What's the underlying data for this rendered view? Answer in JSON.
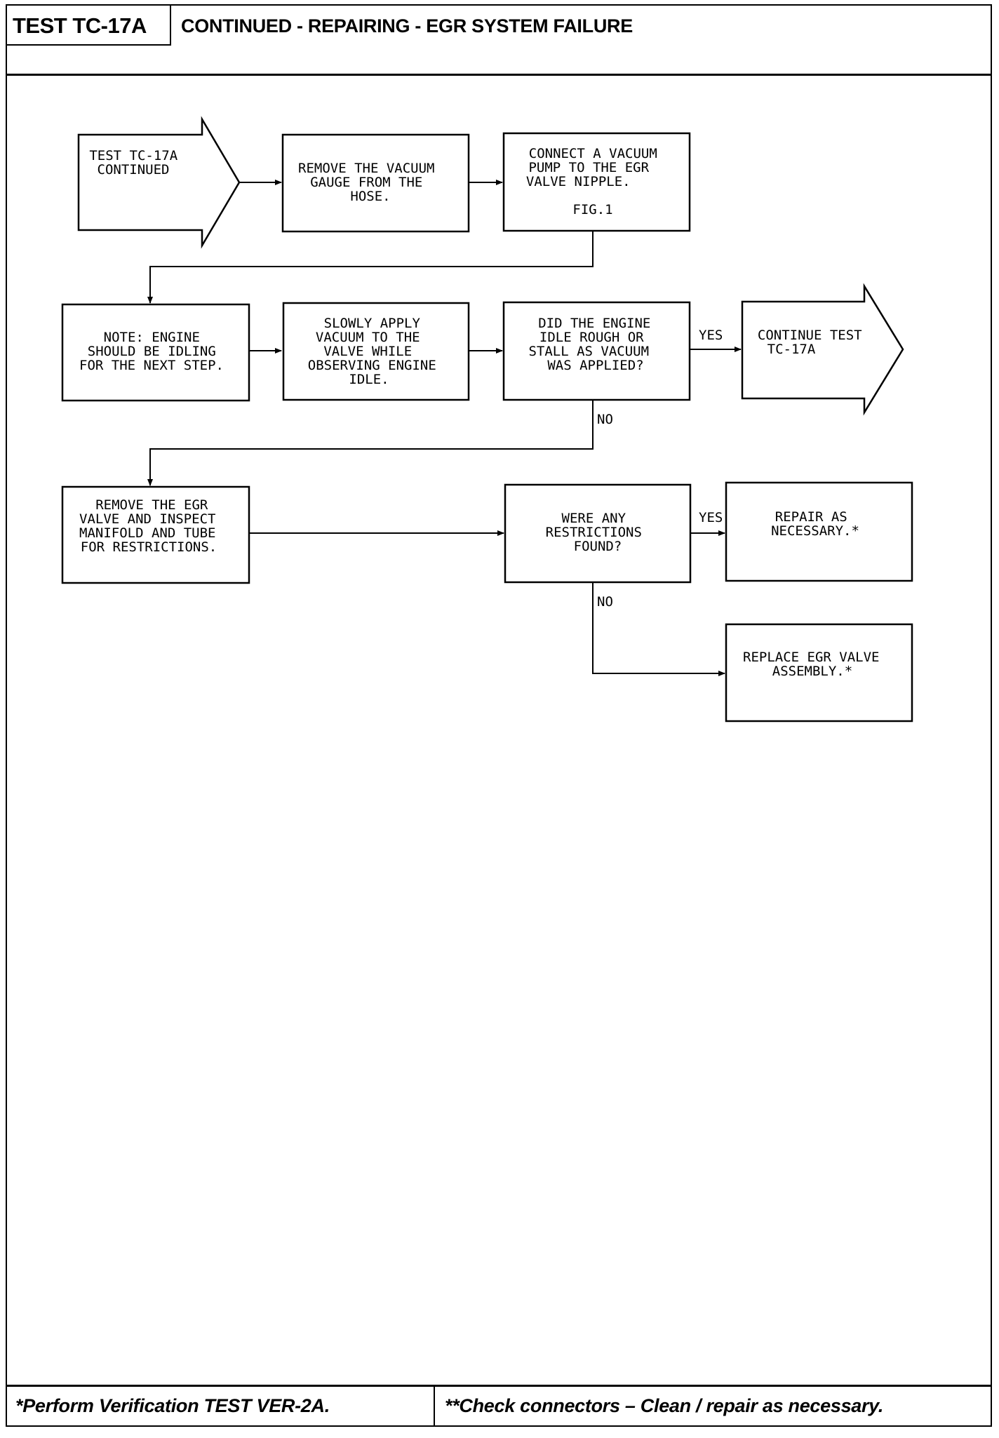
{
  "header": {
    "test_id": "TEST TC-17A",
    "title": "CONTINUED - REPAIRING - EGR SYSTEM FAILURE"
  },
  "flowchart": {
    "start": [
      "TEST TC-17A",
      "CONTINUED"
    ],
    "remove_gauge": [
      "REMOVE THE VACUUM",
      "GAUGE FROM THE",
      "HOSE."
    ],
    "connect_pump": [
      "CONNECT A VACUUM",
      "PUMP TO THE EGR",
      "VALVE NIPPLE.",
      "",
      "FIG.1"
    ],
    "note_idle": [
      "NOTE: ENGINE",
      "SHOULD BE IDLING",
      "FOR THE NEXT STEP."
    ],
    "apply_vacuum": [
      "SLOWLY APPLY",
      "VACUUM TO THE",
      "VALVE WHILE",
      "OBSERVING ENGINE",
      "IDLE."
    ],
    "idle_question": [
      "DID THE ENGINE",
      "IDLE ROUGH OR",
      "STALL AS VACUUM",
      "WAS APPLIED?"
    ],
    "continue_test": [
      "CONTINUE TEST",
      "TC-17A"
    ],
    "remove_valve": [
      "REMOVE THE EGR",
      "VALVE AND INSPECT",
      "MANIFOLD AND TUBE",
      "FOR RESTRICTIONS."
    ],
    "restrictions_question": [
      "WERE ANY",
      "RESTRICTIONS",
      "FOUND?"
    ],
    "repair": [
      "REPAIR AS",
      "NECESSARY.*"
    ],
    "replace_valve": [
      "REPLACE EGR VALVE",
      "ASSEMBLY.*"
    ],
    "labels": {
      "yes1": "YES",
      "no1": "NO",
      "yes2": "YES",
      "no2": "NO"
    }
  },
  "footer": {
    "left_note": "*Perform Verification TEST VER-2A.",
    "right_note": "**Check connectors – Clean / repair as necessary."
  }
}
